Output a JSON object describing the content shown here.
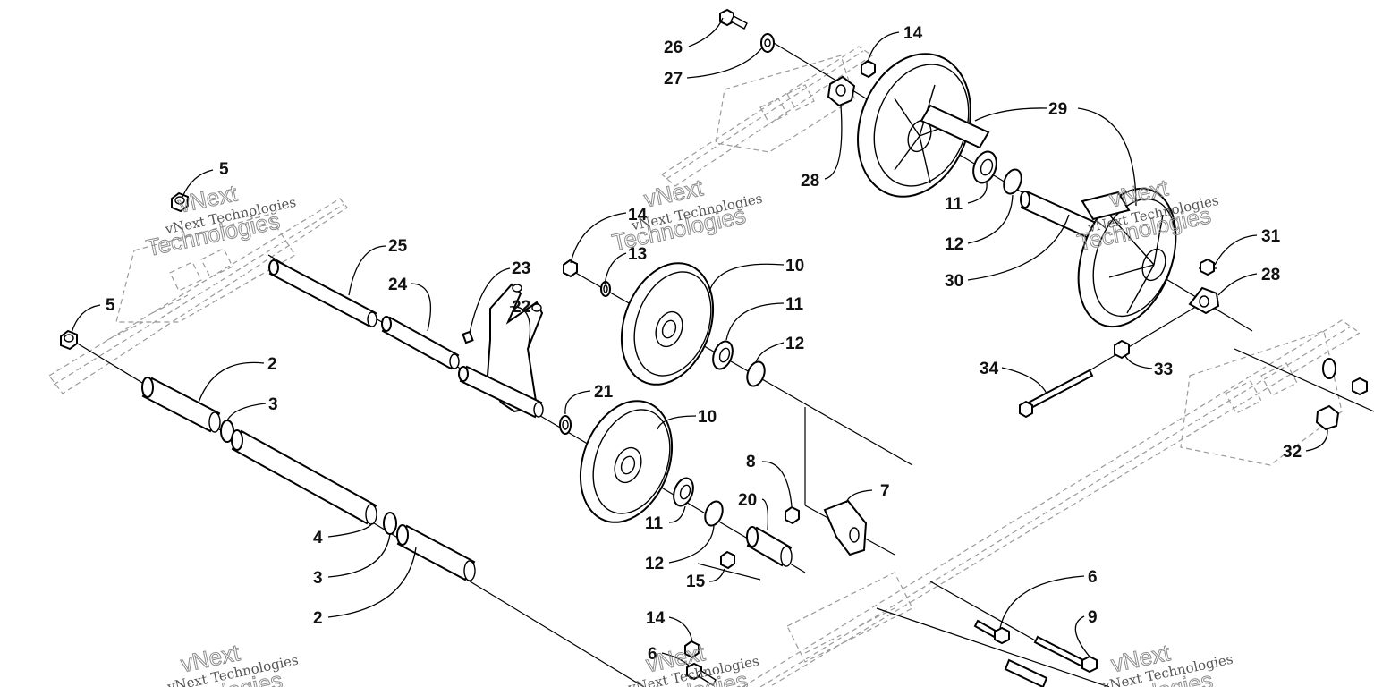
{
  "callouts": {
    "c26": "26",
    "c27": "27",
    "c14a": "14",
    "c29": "29",
    "c28a": "28",
    "c11a": "11",
    "c12a": "12",
    "c30": "30",
    "c31": "31",
    "c28b": "28",
    "c5a": "5",
    "c5b": "5",
    "c25": "25",
    "c24": "24",
    "c23": "23",
    "c22": "22",
    "c14b": "14",
    "c13": "13",
    "c10a": "10",
    "c11b": "11",
    "c12b": "12",
    "c21": "21",
    "c10b": "10",
    "c2a": "2",
    "c3a": "3",
    "c4": "4",
    "c3b": "3",
    "c2b": "2",
    "c11c": "11",
    "c12c": "12",
    "c8": "8",
    "c20": "20",
    "c7": "7",
    "c15": "15",
    "c34": "34",
    "c33": "33",
    "c32": "32",
    "c6a": "6",
    "c9": "9",
    "c14c": "14",
    "c6b": "6"
  },
  "watermark": {
    "brand": "vNext Technologies",
    "logo_line1": "vNext",
    "logo_line2": "Technologies"
  },
  "colors": {
    "line": "#000000",
    "rail": "#9a9a9a",
    "watermark": "#8c8c8c"
  }
}
